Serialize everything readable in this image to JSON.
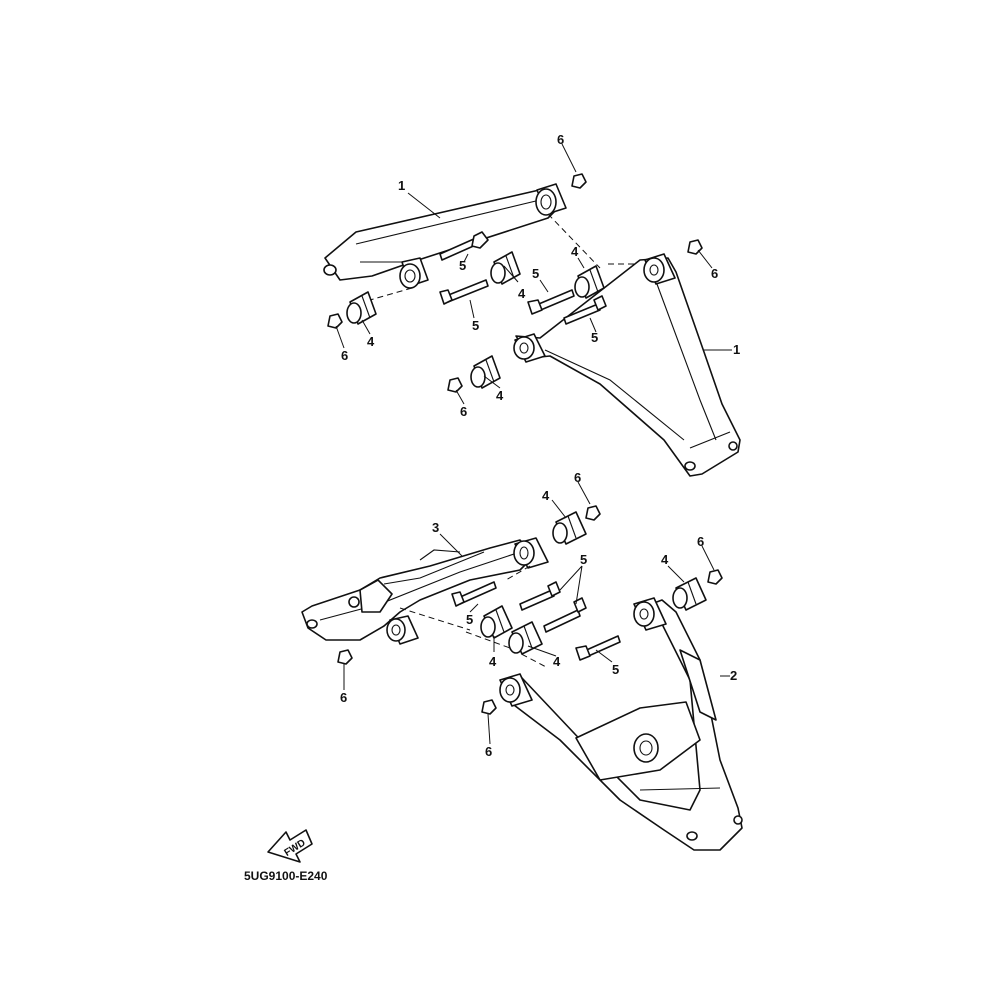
{
  "diagram": {
    "diagram_code": "5UG9100-E240",
    "fwd_label": "FWD",
    "callouts": {
      "c1a": "1",
      "c1b": "1",
      "c2": "2",
      "c3": "3",
      "c4a": "4",
      "c4b": "4",
      "c4c": "4",
      "c4d": "4",
      "c4e": "4",
      "c4f": "4",
      "c4g": "4",
      "c4h": "4",
      "c5a": "5",
      "c5b": "5",
      "c5c": "5",
      "c5d": "5",
      "c5e": "5",
      "c5f": "5",
      "c6a": "6",
      "c6b": "6",
      "c6c": "6",
      "c6d": "6",
      "c6e": "6",
      "c6f": "6",
      "c6g": "6",
      "c6h": "6"
    }
  }
}
